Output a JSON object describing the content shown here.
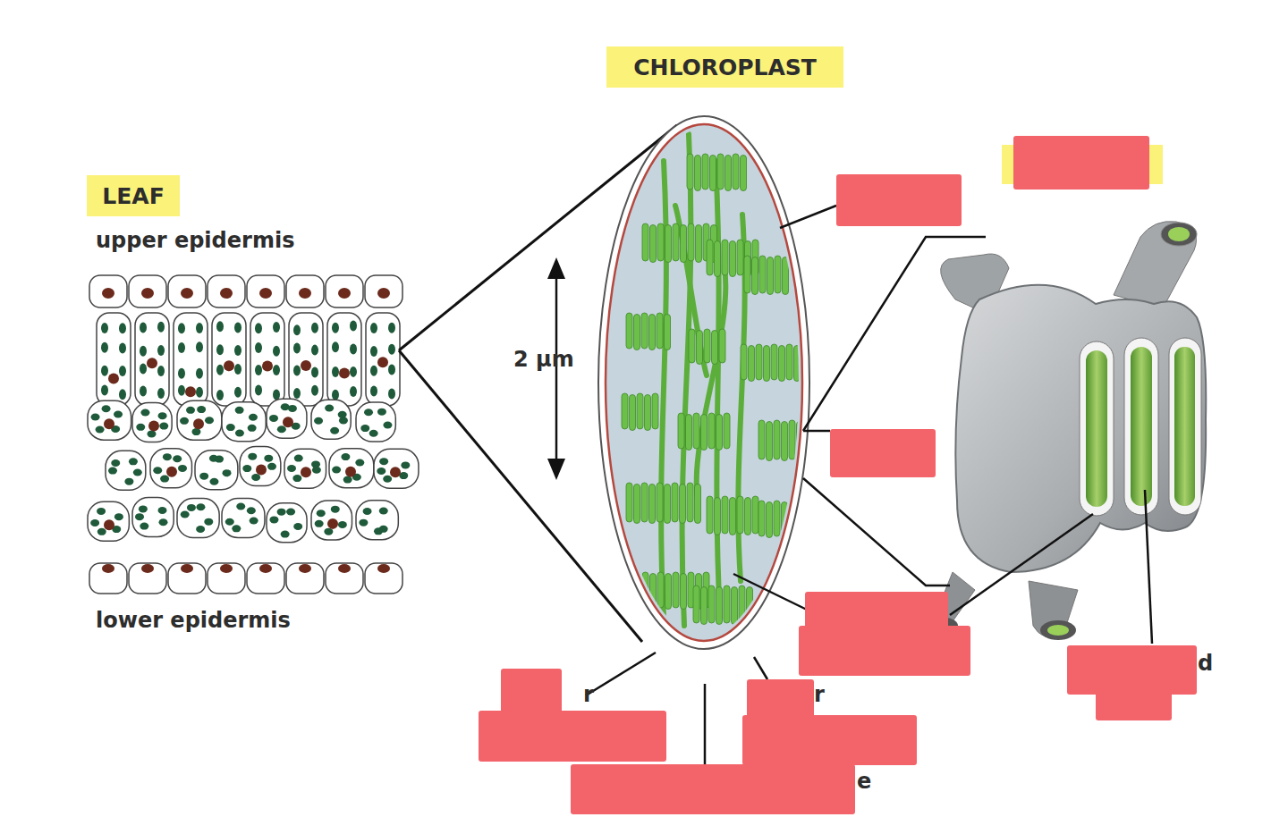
{
  "diagram": {
    "nodes": [
      {
        "text": [
          "CHLOROPLAST"
        ]
      },
      {
        "text": [
          "LEAF"
        ]
      }
    ],
    "edges": [],
    "labels": [
      "upper epidermis",
      "lower epidermis",
      "2 µm",
      "r",
      "r",
      "e",
      "d"
    ]
  }
}
